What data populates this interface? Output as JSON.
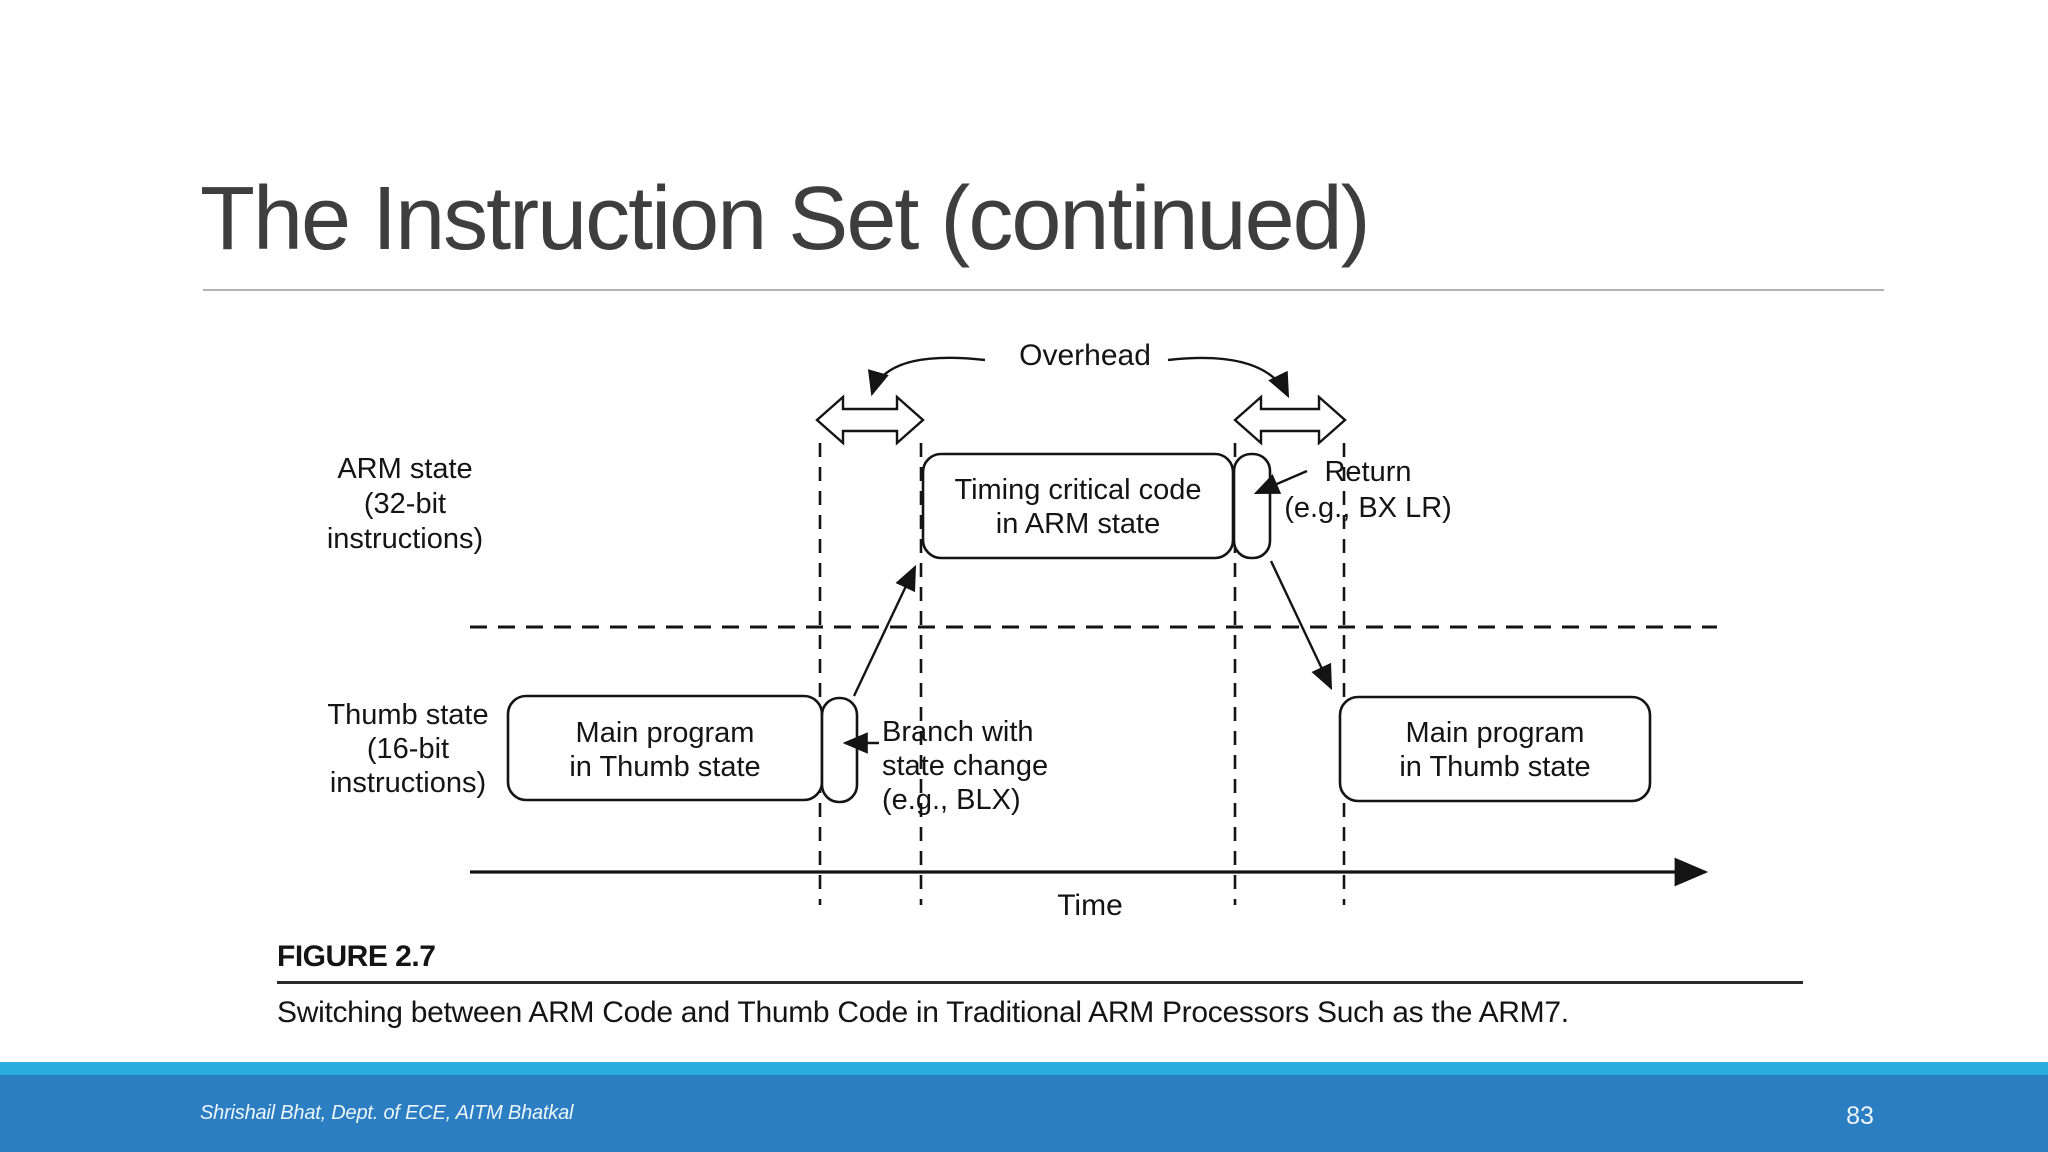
{
  "theme": {
    "background": "#ffffff",
    "title_color": "#3e3e3e",
    "line_color": "#141414",
    "footer_strip_color": "#29acdf",
    "footer_bar_color": "#2b7ec1",
    "footer_text_color": "#eef5fb",
    "title_rule_color": "#b3b3b3",
    "figure_rule_color": "#2a2a2a"
  },
  "header": {
    "title": "The Instruction Set (continued)"
  },
  "diagram": {
    "overhead_label": "Overhead",
    "time_axis_label": "Time",
    "arm_row_label": [
      "ARM state",
      "(32-bit",
      "instructions)"
    ],
    "thumb_row_label": [
      "Thumb state",
      "(16-bit",
      "instructions)"
    ],
    "arm_box": [
      "Timing critical code",
      "in ARM state"
    ],
    "thumb_box_left": [
      "Main program",
      "in Thumb state"
    ],
    "thumb_box_right": [
      "Main program",
      "in Thumb state"
    ],
    "return_note": [
      "Return",
      "(e.g., BX LR)"
    ],
    "branch_note": [
      "Branch with",
      "state change",
      "(e.g., BLX)"
    ]
  },
  "figure": {
    "label": "FIGURE 2.7",
    "caption": "Switching between ARM Code and Thumb Code in Traditional ARM Processors Such as the ARM7."
  },
  "footer": {
    "credit": "Shrishail Bhat, Dept. of ECE, AITM Bhatkal",
    "page_number": "83"
  }
}
